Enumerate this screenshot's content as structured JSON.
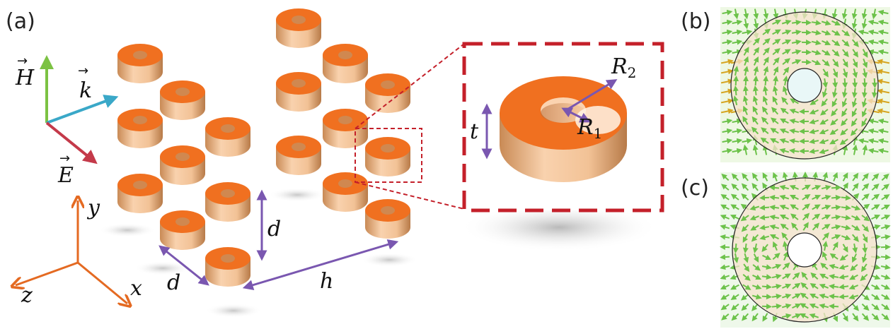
{
  "panels": {
    "a": "(a)",
    "b": "(b)",
    "c": "(c)"
  },
  "symbols": {
    "H": "H",
    "k": "k",
    "E": "E",
    "x": "x",
    "y": "y",
    "z": "z",
    "d_vertical": "d",
    "d_diagonal": "d",
    "h": "h",
    "t": "t",
    "R1": "R",
    "R1_sub": "1",
    "R2": "R",
    "R2_sub": "2"
  },
  "colors": {
    "H_arrow": "#7cc243",
    "k_arrow": "#3aa8c8",
    "E_arrow": "#c43a4a",
    "axis_arrow": "#e46a22",
    "dimension_arrow": "#7a57b0",
    "ring_top": "#f07020",
    "ring_side_light": "#f9d2ae",
    "ring_side_dark": "#c98a55",
    "zoom_frame": "#c4202a",
    "field_arrow": "#6cc24a",
    "field_arrow_strong": "#d6a520",
    "disk_fill": "#f6e3cc"
  }
}
